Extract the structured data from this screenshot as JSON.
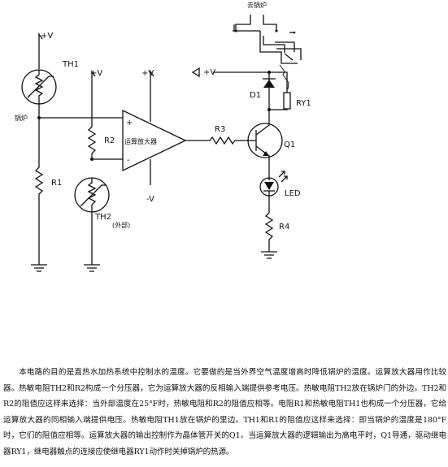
{
  "labels": {
    "to_boiler": "去锅炉",
    "supply_plus_v": "+V",
    "supply_minus_v": "-V",
    "th1": "TH1",
    "th1_note": "锅炉",
    "r1": "R1",
    "r2": "R2",
    "th2": "TH2",
    "th2_note": "(外部)",
    "opamp": "运算放大器",
    "opamp_plus": "+",
    "opamp_minus": "-",
    "r3": "R3",
    "q1": "Q1",
    "d1": "D1",
    "ry1": "RY1",
    "led": "LED",
    "r4": "R4"
  },
  "description": "本电路的目的是直热水加热系统中控制水的温度。它要做的是当外界空气温度增高时降低锅炉的温度。运算放大器用作比较器。热敏电阻TH2和R2构成一个分压器，它为运算放大器的反相输入端提供参考电压。热敏电阻TH2放在锅炉门的外边。TH2和R2的阻值应这样来选择：当外部温度在25°F时，热敏电阻和R2的阻值应相等。电阻R1和热敏电阻TH1也构成一个分压器，它给运算放大器的同相输入端提供电压。热敏电阻TH1放在锅炉的里边。TH1和R1的阻值应这样来选择：即当锅炉的温度是180°F时，它们的阻值应相等。运算放大器的输出控制作为晶体管开关的Q1。当运算放大器的逻辑输出为高电平时，Q1导通，驱动继电器RY1，继电器触点的连接应使继电器RY1动作时关掉锅炉的热源。"
}
